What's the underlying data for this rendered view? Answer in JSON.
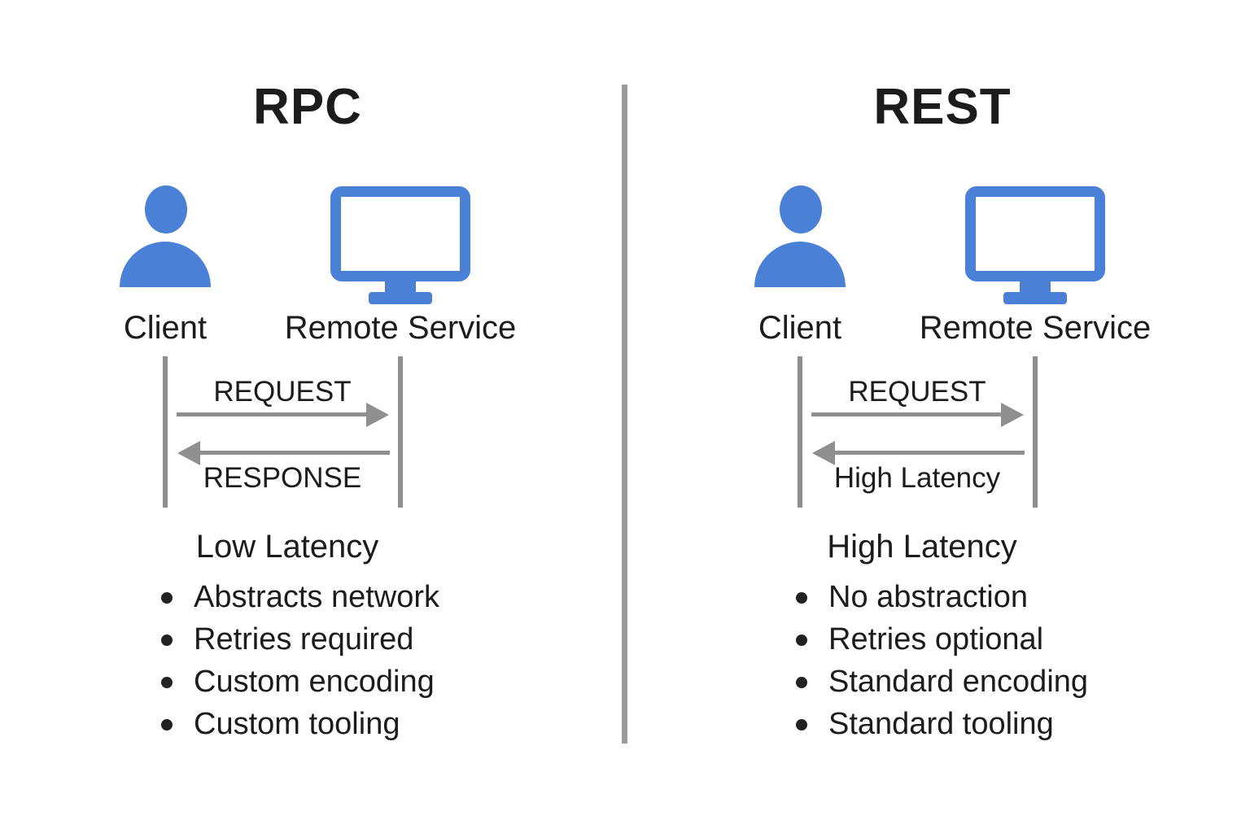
{
  "colors": {
    "icon_blue": "#4a80d6",
    "arrow_gray": "#8f8f8f",
    "divider_gray": "#9a9a9a",
    "text_black": "#1c1c1c"
  },
  "icons": {
    "client": "person-icon",
    "service": "monitor-icon"
  },
  "panels": [
    {
      "title": "RPC",
      "client_label": "Client",
      "service_label": "Remote Service",
      "request_label": "REQUEST",
      "return_label": "RESPONSE",
      "latency_label": "Low Latency",
      "bullets": [
        "Abstracts network",
        "Retries required",
        "Custom encoding",
        "Custom tooling"
      ]
    },
    {
      "title": "REST",
      "client_label": "Client",
      "service_label": "Remote Service",
      "request_label": "REQUEST",
      "return_label": "High Latency",
      "latency_label": "High Latency",
      "bullets": [
        "No abstraction",
        "Retries optional",
        "Standard encoding",
        "Standard tooling"
      ]
    }
  ]
}
